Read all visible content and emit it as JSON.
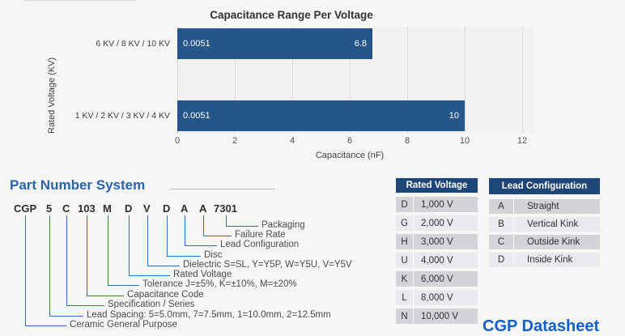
{
  "chart_data": {
    "type": "bar",
    "orientation": "horizontal",
    "title": "Capacitance Range Per Voltage",
    "xlabel": "Capacitance (nF)",
    "ylabel": "Rated Voltage (KV)",
    "categories": [
      "6 KV / 8 KV / 10 KV",
      "1 KV / 2 KV / 3 KV / 4 KV"
    ],
    "bars": [
      {
        "category": "6 KV / 8 KV / 10 KV",
        "range_min_label": "0.0051",
        "range_max_label": "6.8",
        "min": 0.0051,
        "max": 6.8
      },
      {
        "category": "1 KV / 2 KV / 3 KV / 4 KV",
        "range_min_label": "0.0051",
        "range_max_label": "10",
        "min": 0.0051,
        "max": 10
      }
    ],
    "xticks": [
      0,
      2,
      4,
      6,
      8,
      10,
      12
    ],
    "xlim": [
      0,
      12.4
    ],
    "grid": true,
    "legend": false
  },
  "part_number_system": {
    "title": "Part Number System",
    "part_number": "CGP 5 C 103 M D V D A A 7301",
    "segments": [
      {
        "code": "CGP",
        "label": "Ceramic General Purpose"
      },
      {
        "code": "5",
        "label": "Lead Spacing: 5=5.0mm, 7=7.5mm, 1=10.0mm, 2=12.5mm"
      },
      {
        "code": "C",
        "label": "Specification / Series"
      },
      {
        "code": "103",
        "label": "Capacitance Code"
      },
      {
        "code": "M",
        "label": "Tolerance J=±5%, K=±10%, M=±20%"
      },
      {
        "code": "D",
        "label": "Rated Voltage"
      },
      {
        "code": "V",
        "label": "Dielectric S=SL, Y=Y5P, W=Y5U, V=Y5V"
      },
      {
        "code": "D",
        "label": "Disc"
      },
      {
        "code": "A",
        "label": "Lead Configuration"
      },
      {
        "code": "A",
        "label": "Failure Rate"
      },
      {
        "code": "7301",
        "label": "Packaging"
      }
    ]
  },
  "tables": {
    "rated_voltage": {
      "header": "Rated Voltage",
      "rows": [
        [
          "D",
          "1,000 V"
        ],
        [
          "G",
          "2,000 V"
        ],
        [
          "H",
          "3,000 V"
        ],
        [
          "U",
          "4,000 V"
        ],
        [
          "K",
          "6,000 V"
        ],
        [
          "L",
          "8,000 V"
        ],
        [
          "N",
          "10,000 V"
        ]
      ]
    },
    "lead_configuration": {
      "header": "Lead Configuration",
      "rows": [
        [
          "A",
          "Straight"
        ],
        [
          "B",
          "Vertical Kink"
        ],
        [
          "C",
          "Outside Kink"
        ],
        [
          "D",
          "Inside Kink"
        ]
      ]
    }
  },
  "links": {
    "datasheet": "CGP Datasheet"
  },
  "colors": {
    "bar_blue": "#24568A",
    "table_header_bg": "#1E4677",
    "section_title_blue": "#2A63A9",
    "link_blue": "#0F5FD0",
    "leader_line_blue": "#2F6FB4",
    "row_dark": "#D3D4D8",
    "row_light": "#E9EAED",
    "gridline": "#DCDCDA"
  }
}
